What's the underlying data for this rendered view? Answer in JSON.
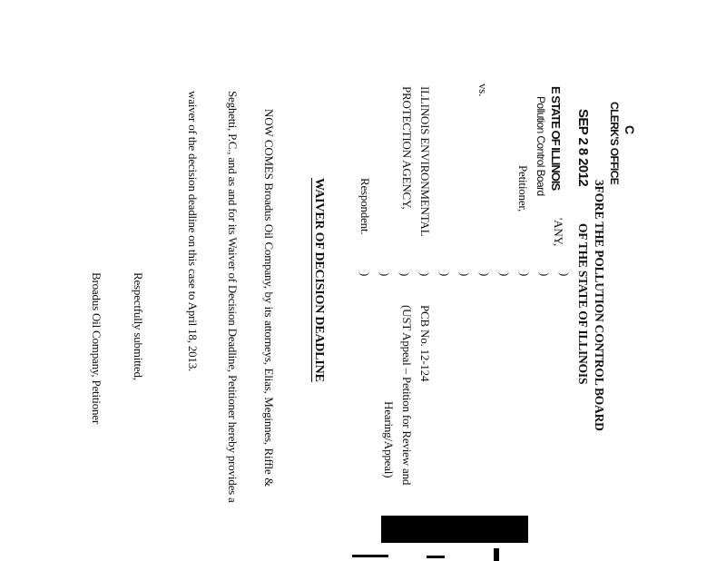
{
  "stamp": {
    "letter": "C",
    "office": "CLERK'S OFFICE",
    "date": "SEP 2 8 2012",
    "state": "E STATE OF ILLINOIS",
    "board": "Pollution Control Board"
  },
  "heading": {
    "line1": "3FORE THE POLLUTION CONTROL BOARD",
    "line2": "OF THE STATE OF ILLINOIS"
  },
  "caption": {
    "petitioner_name": "'ANY,",
    "petitioner_label": "Petitioner,",
    "vs": "vs.",
    "respondent_line1": "ILLINOIS ENVIRONMENTAL",
    "respondent_line2": "PROTECTION AGENCY,",
    "respondent_label": "Respondent.",
    "paren": ")",
    "case_no": "PCB No. 12-124",
    "case_type_line1": "(UST Appeal – Petition for Review and",
    "case_type_line2": "Hearing/Appeal)"
  },
  "title": "WAIVER OF DECISION DEADLINE",
  "body": {
    "line1": "NOW COMES Broadus Oil Company, by its attorneys, Elias, Meginnes, Riffle &",
    "line2": "Seghetti, P.C., and as and for its Waiver of Decision Deadline, Petitioner hereby provides a",
    "line3": "waiver of the decision deadline on this case to April 18, 2013."
  },
  "closing": {
    "line1": "Respectfully submitted,",
    "line2": "Broadus Oil Company, Petitioner"
  }
}
